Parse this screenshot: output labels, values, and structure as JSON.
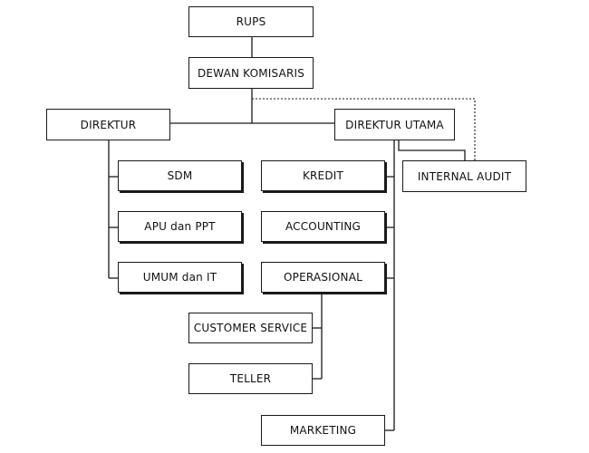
{
  "org_chart": {
    "nodes": {
      "rups": "RUPS",
      "dewan_komisaris": "DEWAN KOMISARIS",
      "direktur": "DIREKTUR",
      "direktur_utama": "DIREKTUR UTAMA",
      "internal_audit": "INTERNAL AUDIT",
      "sdm": "SDM",
      "apu_ppt": "APU dan PPT",
      "umum_it": "UMUM dan IT",
      "kredit": "KREDIT",
      "accounting": "ACCOUNTING",
      "operasional": "OPERASIONAL",
      "customer_service": "CUSTOMER SERVICE",
      "teller": "TELLER",
      "marketing": "MARKETING"
    },
    "relations": [
      {
        "from": "RUPS",
        "to": "DEWAN KOMISARIS"
      },
      {
        "from": "DEWAN KOMISARIS",
        "to": "DIREKTUR"
      },
      {
        "from": "DEWAN KOMISARIS",
        "to": "DIREKTUR UTAMA"
      },
      {
        "from": "DEWAN KOMISARIS",
        "to": "INTERNAL AUDIT",
        "style": "dotted"
      },
      {
        "from": "DIREKTUR UTAMA",
        "to": "INTERNAL AUDIT"
      },
      {
        "from": "DIREKTUR",
        "to": "SDM"
      },
      {
        "from": "DIREKTUR",
        "to": "APU dan PPT"
      },
      {
        "from": "DIREKTUR",
        "to": "UMUM dan IT"
      },
      {
        "from": "DIREKTUR UTAMA",
        "to": "KREDIT"
      },
      {
        "from": "DIREKTUR UTAMA",
        "to": "ACCOUNTING"
      },
      {
        "from": "DIREKTUR UTAMA",
        "to": "OPERASIONAL"
      },
      {
        "from": "DIREKTUR UTAMA",
        "to": "MARKETING"
      },
      {
        "from": "OPERASIONAL",
        "to": "CUSTOMER SERVICE"
      },
      {
        "from": "OPERASIONAL",
        "to": "TELLER"
      }
    ]
  }
}
